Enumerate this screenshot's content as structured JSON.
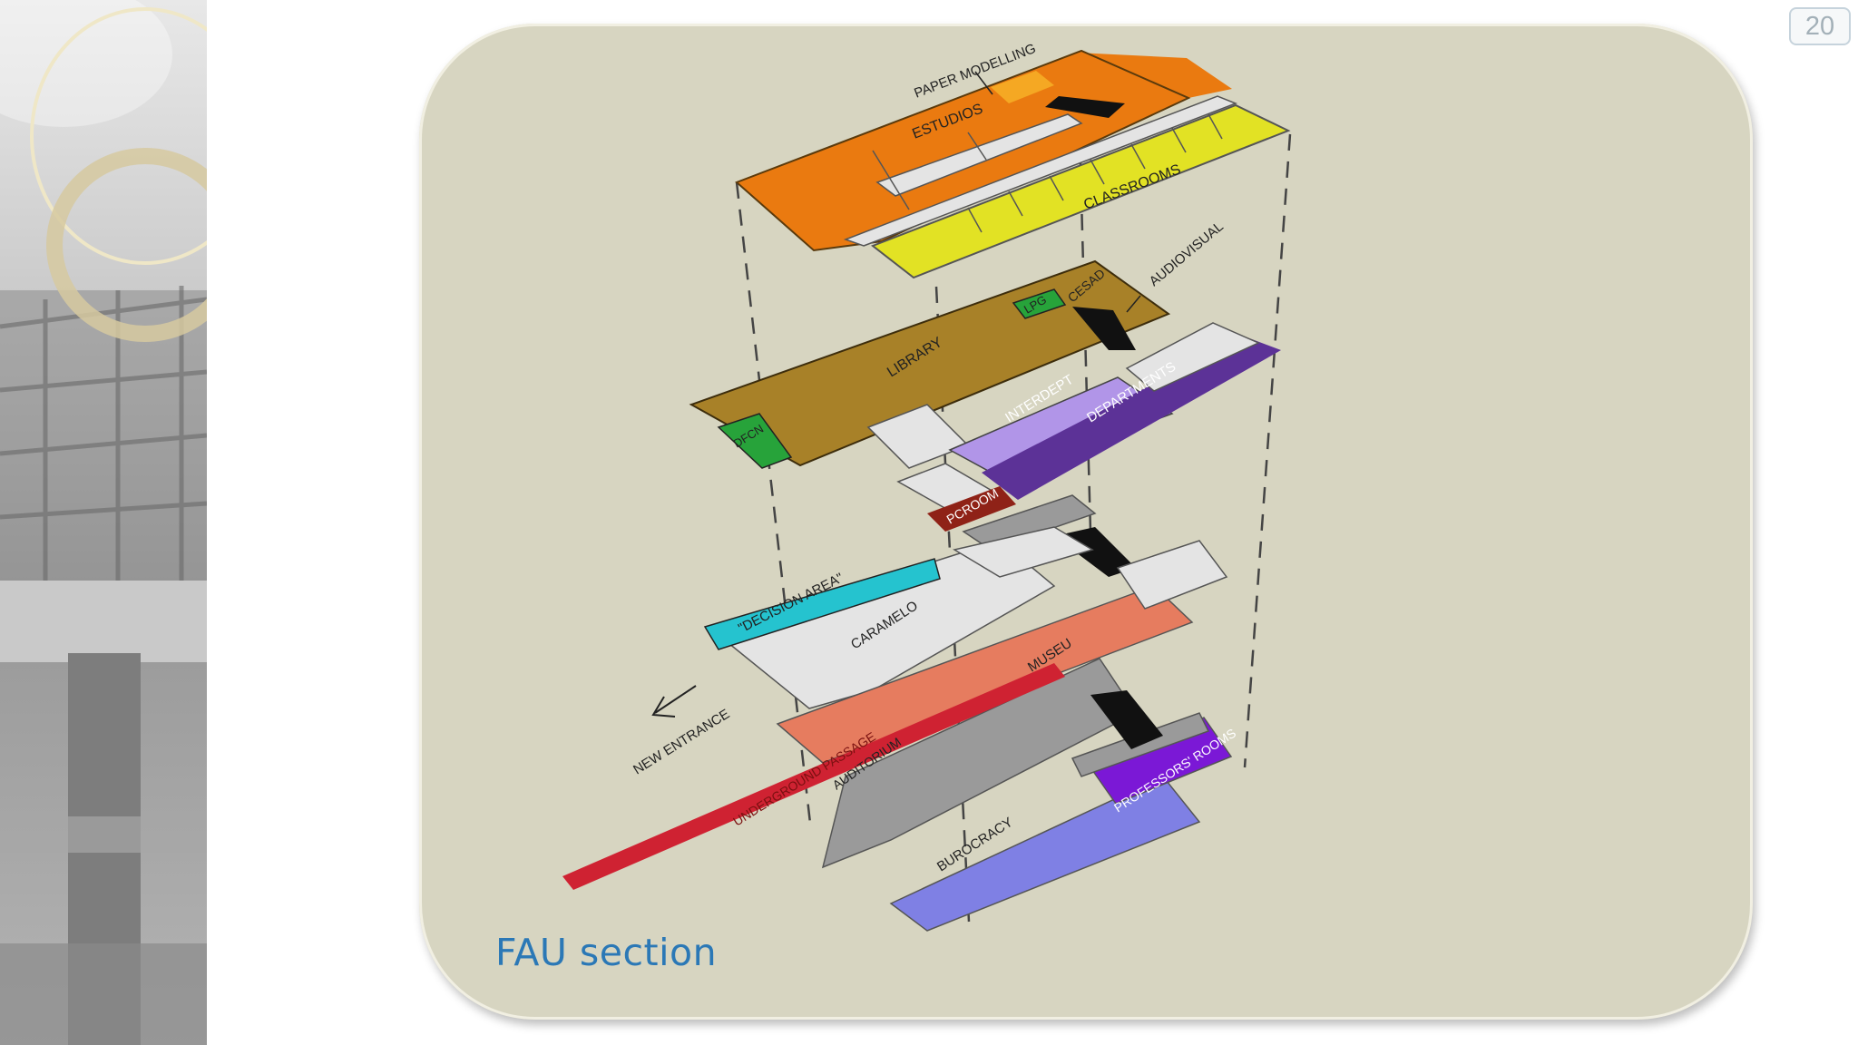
{
  "slide": {
    "number": "20",
    "caption": "FAU section"
  },
  "labels": {
    "paper_modelling": "PAPER MODELLING",
    "estudios": "ESTUDIOS",
    "classrooms": "CLASSROOMS",
    "audiovisual": "AUDIOVISUAL",
    "cesad": "CESAD",
    "lpg": "LPG",
    "library": "LIBRARY",
    "dfcn": "DFCN",
    "interdept": "INTERDEPT",
    "departments": "DEPARTMENTS",
    "pcroom": "PCROOM",
    "decision_area": "\"DECISION AREA\"",
    "caramelo": "CARAMELO",
    "museu": "MUSEU",
    "new_entrance": "NEW ENTRANCE",
    "underground_passage": "UNDERGROUND PASSAGE",
    "auditorium": "AUDITORIUM",
    "professors_room": "PROFESSORS' ROOMS",
    "burocracy": "BUROCRACY"
  },
  "colors": {
    "estudios": "#ea7a10",
    "paper_modelling": "#f5a823",
    "classrooms": "#e2e224",
    "library": "#a88128",
    "dfcn": "#27a33a",
    "interdept": "#b195e8",
    "departments": "#5c3297",
    "pcroom": "#8f2217",
    "decision_area": "#25c3cf",
    "museu": "#e67c5f",
    "underground_passage": "#cf2232",
    "auditorium": "#9a9a9a",
    "professors_room": "#7b18d6",
    "burocracy": "#7f80e4",
    "corridor": "#e4e4e4",
    "caption": "#2b78b6"
  }
}
